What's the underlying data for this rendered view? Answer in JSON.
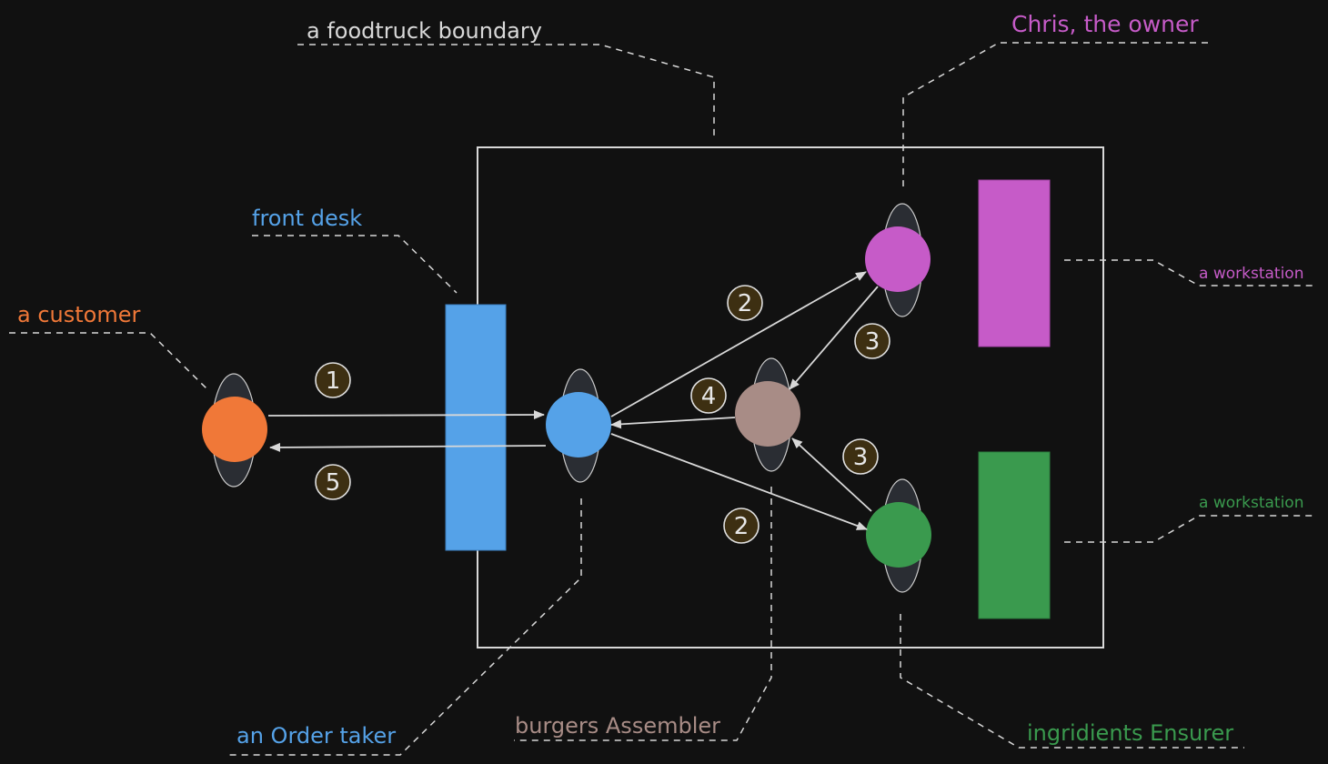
{
  "labels": {
    "boundary": {
      "text": "a foodtruck boundary",
      "color": "#d9d9d9"
    },
    "owner": {
      "text": "Chris, the owner",
      "color": "#c65bc8"
    },
    "front_desk": {
      "text": "front desk",
      "color": "#55a2e8"
    },
    "customer": {
      "text": "a customer",
      "color": "#f07838"
    },
    "workstation_top": {
      "text": "a workstation",
      "color": "#c65bc8"
    },
    "workstation_bottom": {
      "text": "a workstation",
      "color": "#3a9a4e"
    },
    "order_taker": {
      "text": "an Order taker",
      "color": "#55a2e8"
    },
    "assembler": {
      "text": "burgers Assembler",
      "color": "#a88c86"
    },
    "ensurer": {
      "text": "ingridients Ensurer",
      "color": "#3a9a4e"
    }
  },
  "steps": {
    "s1": "1",
    "s2a": "2",
    "s2b": "2",
    "s3a": "3",
    "s3b": "3",
    "s4": "4",
    "s5": "5"
  },
  "colors": {
    "background": "#111111",
    "line": "#d8d8d8",
    "badge_fill": "#3d2f12",
    "customer": "#f07838",
    "order_taker": "#55a2e8",
    "owner": "#c65bc8",
    "assembler": "#a88c86",
    "ensurer": "#3a9a4e"
  }
}
